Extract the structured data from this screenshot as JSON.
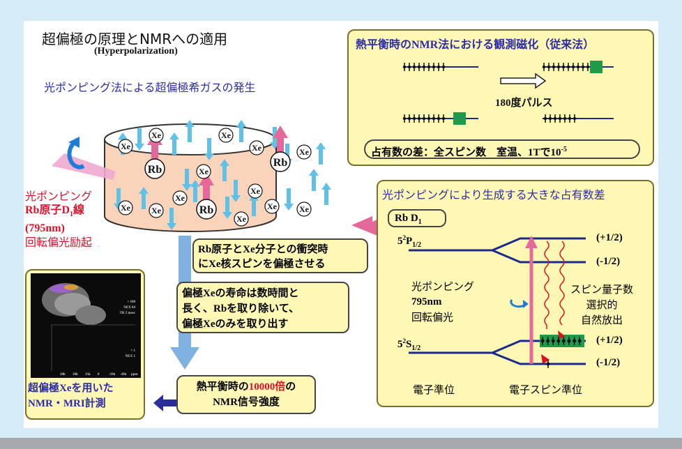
{
  "title": "超偏極の原理とNMRへの適用",
  "subtitle": "(Hyperpolarization)",
  "gas_heading": "光ポンピング法による超偏極希ガスの発生",
  "pumping_label": {
    "line1": "光ポンピング",
    "line2_prefix": "Rb原子D",
    "line2_sub": "1",
    "line2_suffix": "線",
    "line3": "(795nm)",
    "line4": "回転偏光励起"
  },
  "xe_label": "Xe",
  "rb_label": "Rb",
  "collision_note": {
    "line1": "Rb原子とXe分子との衝突時",
    "line2": "にXe核スピンを偏極させる"
  },
  "lifetime_note": {
    "line1": "偏極Xeの寿命は数時間と",
    "line2": "長く、Rbを取り除いて、",
    "line3": "偏極Xeのみを取り出す"
  },
  "signal_note": {
    "line1_prefix": "熱平衡時の",
    "line1_highlight": "10000倍",
    "line1_suffix": "の",
    "line2": "NMR信号強度"
  },
  "mri_note": {
    "line1": "超偏極Xeを用いた",
    "line2": "NMR・MRI計測"
  },
  "mri_image": {
    "label_100": "× 100",
    "label_nex64": "NEX 64",
    "label_tr": "TR 5 msec",
    "label_1": "× 1",
    "label_nex1": "NEX 1",
    "axis_ticks": [
      "20k",
      "10k",
      "15k",
      "0",
      "-10k",
      "-20k"
    ],
    "axis_unit": "ppm"
  },
  "conventional": {
    "heading": "熱平衡時のNMR法における観測磁化（従来法）",
    "pulse_label": "180度パルス",
    "difference_prefix": "占有数の差：全スピン数　室温、1Tで10",
    "difference_exp": "-5"
  },
  "pumping_panel": {
    "heading": "光ポンピングにより生成する大きな占有数差",
    "rb_d1_prefix": "Rb D",
    "rb_d1_sub": "1",
    "p_state_prefix": "5",
    "p_state_sup": "2",
    "p_state_main": "P",
    "p_state_sub": "1/2",
    "s_state_prefix": "5",
    "s_state_sup": "2",
    "s_state_main": "S",
    "s_state_sub": "1/2",
    "plus_half": "(+1/2)",
    "minus_half": "(-1/2)",
    "pump_text": [
      "光ポンピング",
      "795nm",
      "回転偏光"
    ],
    "emission_text": [
      "スピン量子数",
      "選択的",
      "自然放出"
    ],
    "electron_level": "電子準位",
    "spin_level": "電子スピン準位"
  },
  "colors": {
    "background": "#d5ecf7",
    "panel_fill": "#fff8b5",
    "heading_blue": "#2b2ca8",
    "highlight_red": "#e0102a",
    "spin_arrow_blue": "#5fc0e8",
    "rb_arrow_pink": "#e5689a",
    "level_line": "#1a2a8a",
    "green_box": "#1f9a4a"
  }
}
